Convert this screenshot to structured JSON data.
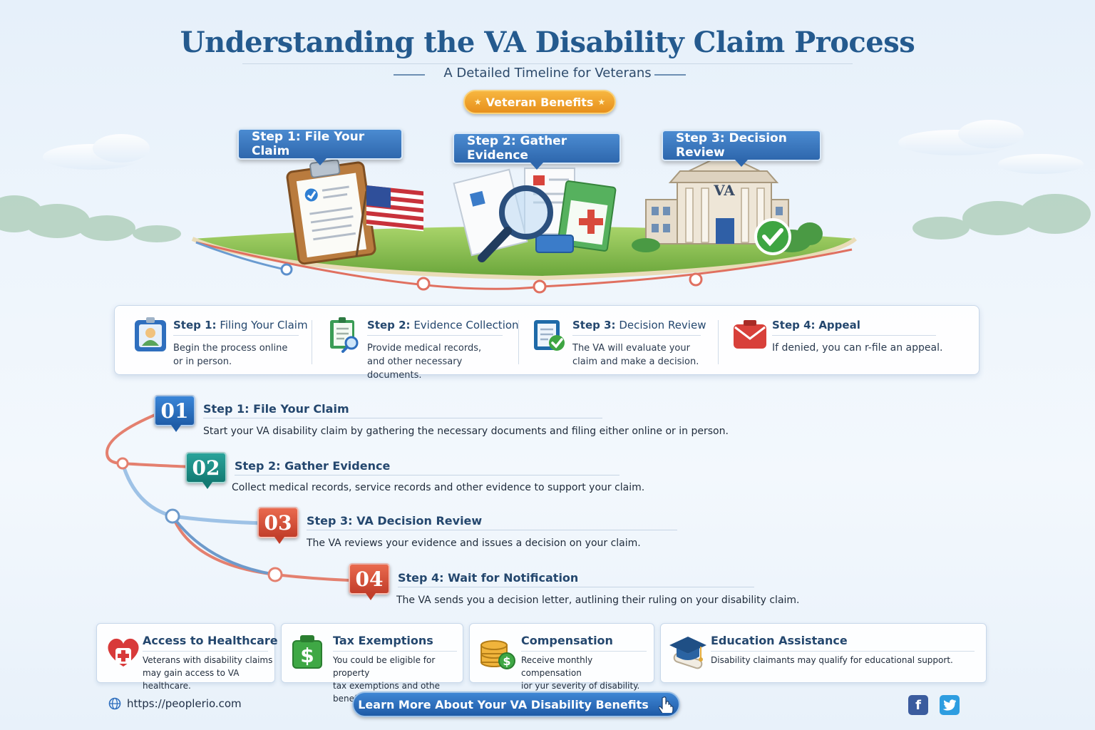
{
  "header": {
    "title": "Understanding the VA Disability Claim Process",
    "subtitle": "A Detailed Timeline for Veterans",
    "badge": "Veteran Benefits"
  },
  "scene": {
    "callouts": [
      {
        "label": "Step 1: File Your Claim"
      },
      {
        "label": "Step 2: Gather Evidence"
      },
      {
        "label": "Step 3: Decision Review"
      }
    ],
    "building_sign": "VA"
  },
  "summary": [
    {
      "step": "Step 1:",
      "title": "Filing Your Claim",
      "desc1": "Begin the process online",
      "desc2": "or in person.",
      "icon": "id-card-icon"
    },
    {
      "step": "Step 2:",
      "title": "Evidence Collection",
      "desc1": "Provide medical records,",
      "desc2": "and other necessary documents.",
      "icon": "document-search-icon"
    },
    {
      "step": "Step 3:",
      "title": "Decision Review",
      "desc1": "The VA will evaluate your",
      "desc2": "claim and make a decision.",
      "icon": "document-check-icon"
    },
    {
      "step": "Step 4:",
      "title": "Appeal",
      "desc1": "If denied, you can r-file an appeal.",
      "desc2": "",
      "icon": "envelope-icon"
    }
  ],
  "timeline": [
    {
      "num": "01",
      "title": "Step 1: File Your Claim",
      "desc": "Start your VA disability claim by gathering the necessary documents and filing either online or in person.",
      "color": "#2a6fc2"
    },
    {
      "num": "02",
      "title": "Step 2: Gather Evidence",
      "desc": "Collect medical records, service records and other evidence to support your claim.",
      "color": "#1a8d85"
    },
    {
      "num": "03",
      "title": "Step 3: VA Decision Review",
      "desc": "The VA reviews your evidence and issues a decision on your claim.",
      "color": "#d4513a"
    },
    {
      "num": "04",
      "title": "Step 4: Wait for Notification",
      "desc": "The VA sends you a decision letter, autlining their ruling on your disability claim.",
      "color": "#d4513a"
    }
  ],
  "benefits": [
    {
      "title": "Access to Healthcare",
      "desc1": "Veterans with disability claims",
      "desc2": "may gain access to VA healthcare.",
      "icon": "heart-cross-icon"
    },
    {
      "title": "Tax Exemptions",
      "desc1": "You could be eligible for property",
      "desc2": "tax exemptions and othe benefits.",
      "icon": "dollar-bag-icon"
    },
    {
      "title": "Compensation",
      "desc1": "Receive monthly compensation",
      "desc2": "ior yur severity of disability.",
      "icon": "coins-icon"
    },
    {
      "title": "Education Assistance",
      "desc1": "Disability claimants may qualify for educational support.",
      "desc2": "",
      "icon": "graduation-cap-icon"
    }
  ],
  "footer": {
    "url": "https://peoplerio.com",
    "cta": "Learn More About Your VA Disability Benefits",
    "social": [
      "facebook-icon",
      "twitter-icon"
    ]
  },
  "colors": {
    "title": "#245a8e",
    "accent_blue": "#2e67ad",
    "accent_teal": "#1a8d85",
    "accent_red": "#d4513a",
    "badge_orange": "#e7901c"
  }
}
